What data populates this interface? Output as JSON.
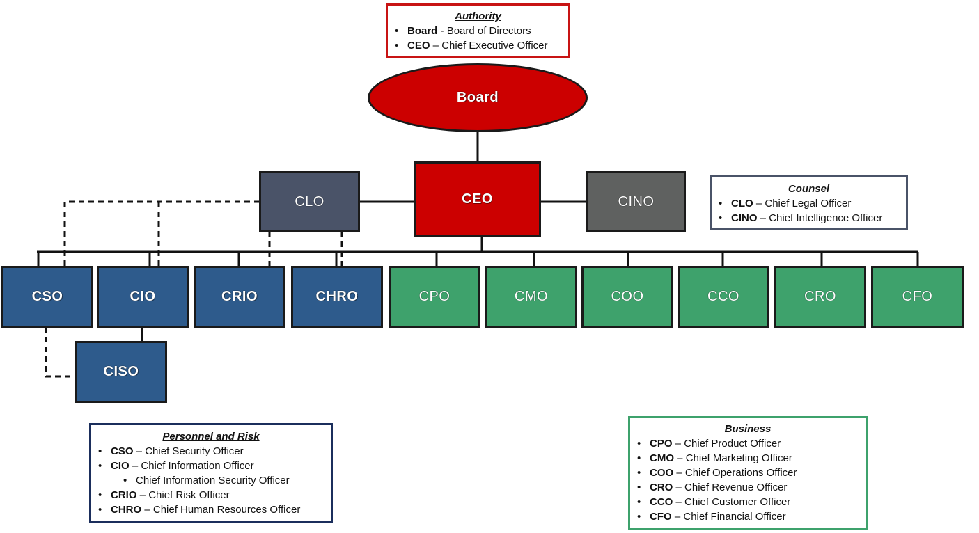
{
  "colors": {
    "authority": "#cc0000",
    "counsel_clo": "#4a5368",
    "counsel_cino": "#5f6160",
    "personnel": "#2e5b8c",
    "business": "#3ea26c"
  },
  "nodes": {
    "board": "Board",
    "ceo": "CEO",
    "clo": "CLO",
    "cino": "CINO",
    "cso": "CSO",
    "cio": "CIO",
    "crio": "CRIO",
    "chro": "CHRO",
    "ciso": "CISO",
    "cpo": "CPO",
    "cmo": "CMO",
    "coo": "COO",
    "cco": "CCO",
    "cro": "CRO",
    "cfo": "CFO"
  },
  "legends": {
    "authority": {
      "title": "Authority",
      "items": [
        {
          "abbr": "Board",
          "sep": " - ",
          "desc": "Board of Directors"
        },
        {
          "abbr": "CEO",
          "sep": " – ",
          "desc": "Chief Executive Officer"
        }
      ]
    },
    "counsel": {
      "title": "Counsel",
      "items": [
        {
          "abbr": "CLO",
          "sep": " – ",
          "desc": "Chief Legal Officer"
        },
        {
          "abbr": "CINO",
          "sep": " – ",
          "desc": "Chief Intelligence Officer"
        }
      ]
    },
    "personnel": {
      "title": "Personnel and Risk",
      "items": [
        {
          "abbr": "CSO",
          "sep": " – ",
          "desc": "Chief Security Officer"
        },
        {
          "abbr": "CIO",
          "sep": " – ",
          "desc": "Chief Information Officer"
        },
        {
          "abbr": "",
          "sep": "",
          "desc": "Chief Information Security Officer",
          "sub": true
        },
        {
          "abbr": "CRIO",
          "sep": " – ",
          "desc": "Chief Risk Officer"
        },
        {
          "abbr": "CHRO",
          "sep": " – ",
          "desc": "Chief Human Resources Officer"
        }
      ]
    },
    "business": {
      "title": "Business",
      "items": [
        {
          "abbr": "CPO",
          "sep": " – ",
          "desc": "Chief Product Officer"
        },
        {
          "abbr": "CMO",
          "sep": " – ",
          "desc": "Chief Marketing Officer"
        },
        {
          "abbr": "COO",
          "sep": " – ",
          "desc": "Chief Operations Officer"
        },
        {
          "abbr": "CRO",
          "sep": " – ",
          "desc": "Chief Revenue Officer"
        },
        {
          "abbr": "CCO",
          "sep": " – ",
          "desc": "Chief Customer Officer"
        },
        {
          "abbr": "CFO",
          "sep": " – ",
          "desc": "Chief Financial Officer"
        }
      ]
    }
  }
}
